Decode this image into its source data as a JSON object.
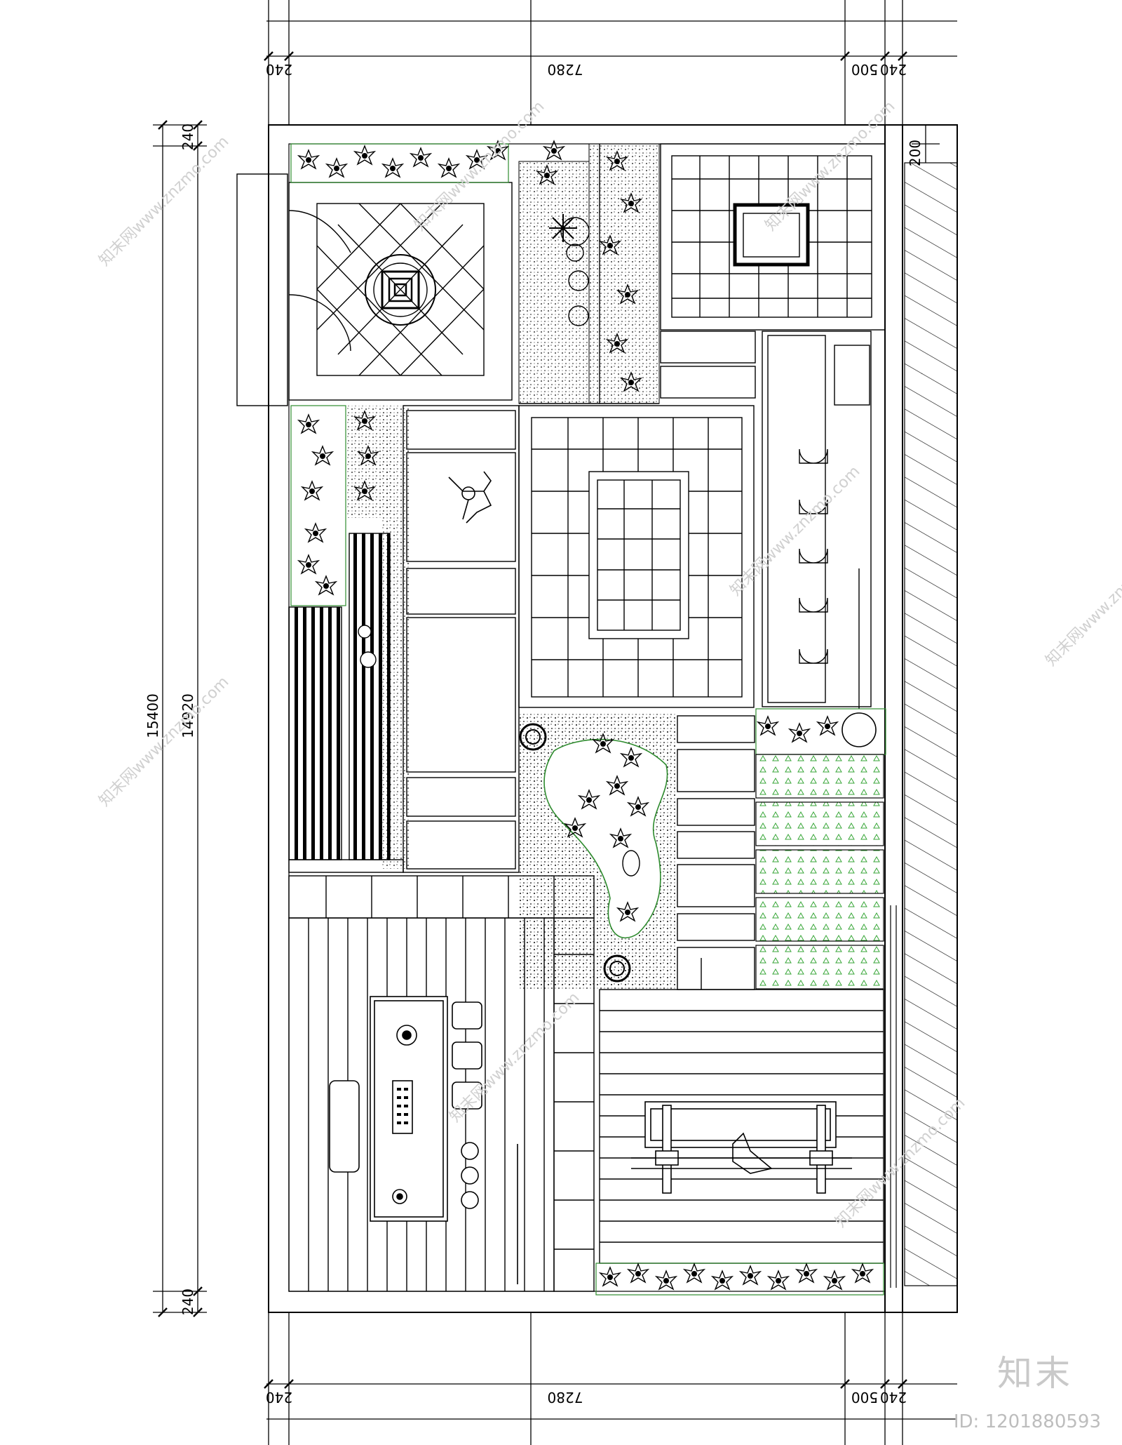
{
  "dimensions": {
    "top": {
      "left": "240",
      "middle": "7280",
      "right_a": "500",
      "right_b": "240"
    },
    "bottom": {
      "left": "240",
      "middle": "7280",
      "right_a": "500",
      "right_b": "240"
    },
    "left": {
      "overall": "15400",
      "inner": "14920",
      "top": "240",
      "bottom": "240"
    },
    "right": {
      "top": "200"
    }
  },
  "watermark": {
    "text": "知末网www.znzmo.com"
  },
  "brand": {
    "logo": "知末",
    "id": "ID: 1201880593"
  },
  "colors": {
    "line": "#000000",
    "planting": "#2e8b2e",
    "lawn": "#37a637",
    "watermark": "#d0d0d0"
  }
}
